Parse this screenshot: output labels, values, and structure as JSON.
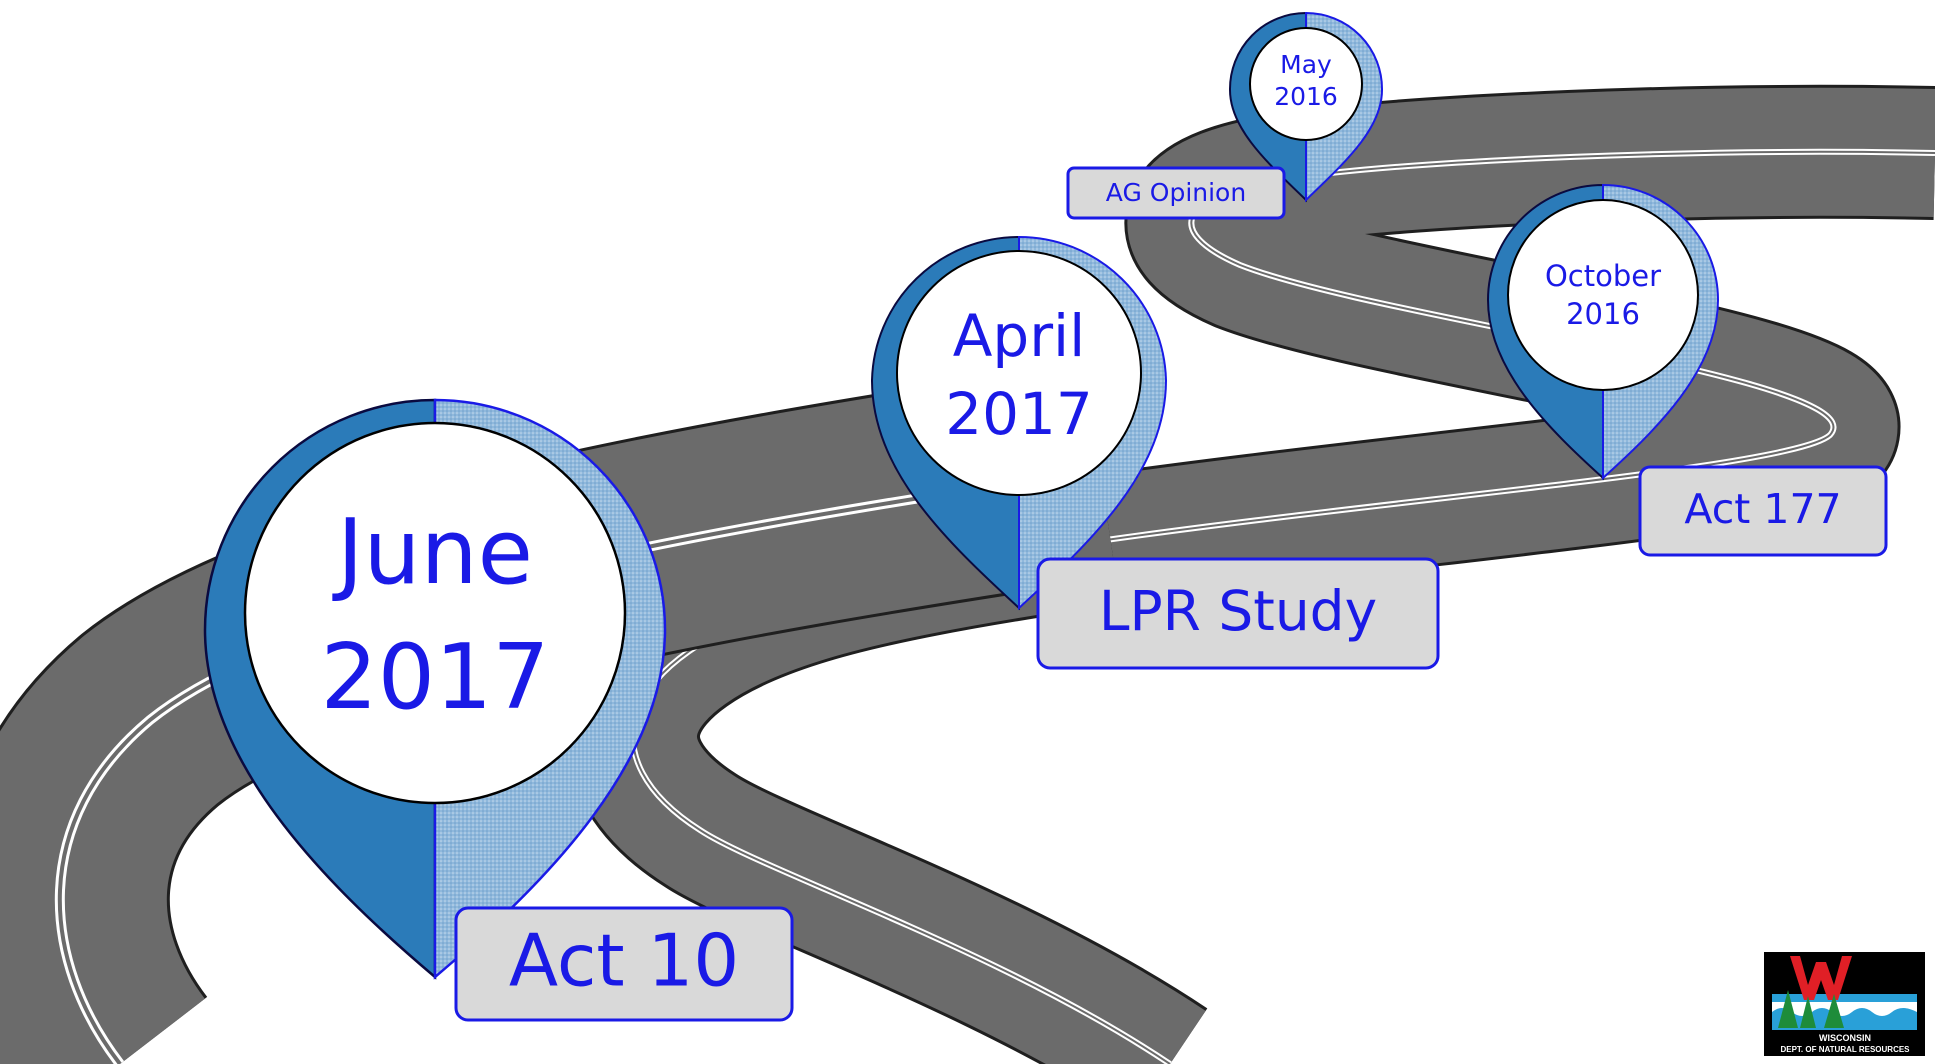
{
  "milestones": [
    {
      "id": "may-2016",
      "month": "May",
      "year": "2016",
      "label": "AG Opinion"
    },
    {
      "id": "october-2016",
      "month": "October",
      "year": "2016",
      "label": "Act 177"
    },
    {
      "id": "april-2017",
      "month": "April",
      "year": "2017",
      "label": "LPR Study"
    },
    {
      "id": "june-2017",
      "month": "June",
      "year": "2017",
      "label": "Act 10"
    }
  ],
  "logo": {
    "line1": "WISCONSIN",
    "line2": "DEPT. OF NATURAL RESOURCES"
  },
  "colors": {
    "road": "#6b6b6b",
    "road_edge": "#1f1f1f",
    "road_line": "#ffffff",
    "pin_dark": "#2b7bb9",
    "pin_light": "#8fb8dc",
    "text_blue": "#1a1ae6",
    "label_fill": "#d9d9d9"
  }
}
